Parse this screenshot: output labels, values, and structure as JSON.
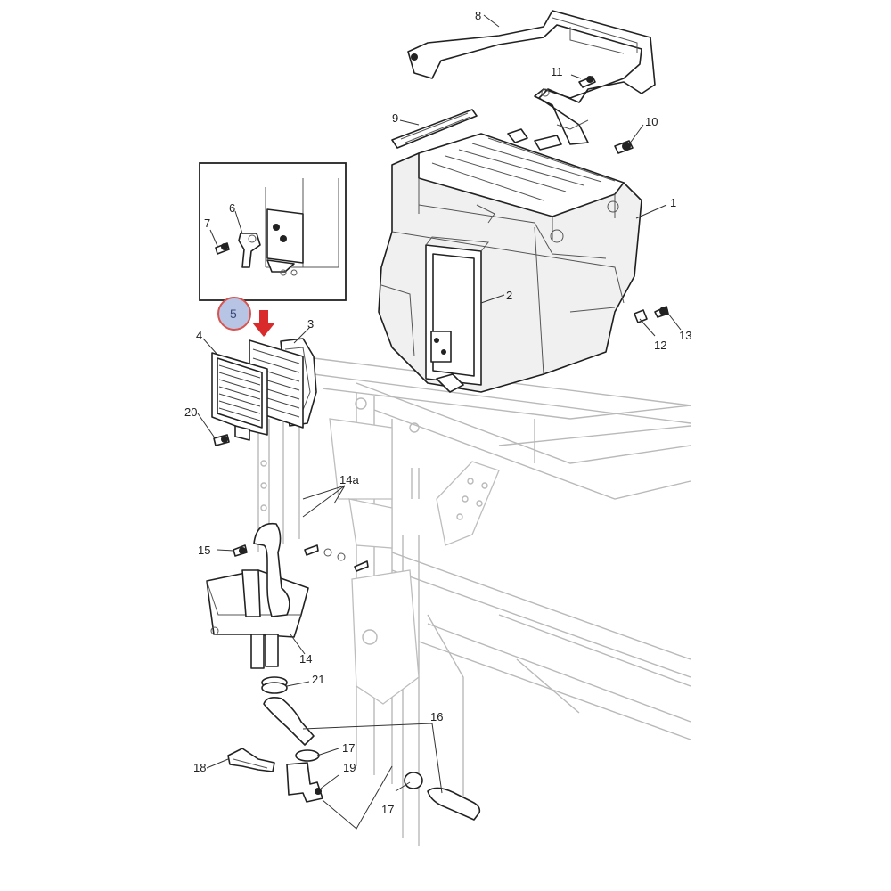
{
  "labels": {
    "l1": "1",
    "l2": "2",
    "l3": "3",
    "l4": "4",
    "l5": "5",
    "l6": "6",
    "l7": "7",
    "l8": "8",
    "l9": "9",
    "l10": "10",
    "l11": "11",
    "l12": "12",
    "l13": "13",
    "l14": "14",
    "l14a": "14a",
    "l15": "15",
    "l16": "16",
    "l17a": "17",
    "l17b": "17",
    "l18": "18",
    "l19": "19",
    "l20": "20",
    "l21": "21"
  },
  "highlight": {
    "part": "5",
    "circle_fill": "#b8c4e4",
    "ring_color": "#d9534f",
    "arrow_color": "#d92b2b",
    "arrow_icon": "down-arrow-icon"
  }
}
